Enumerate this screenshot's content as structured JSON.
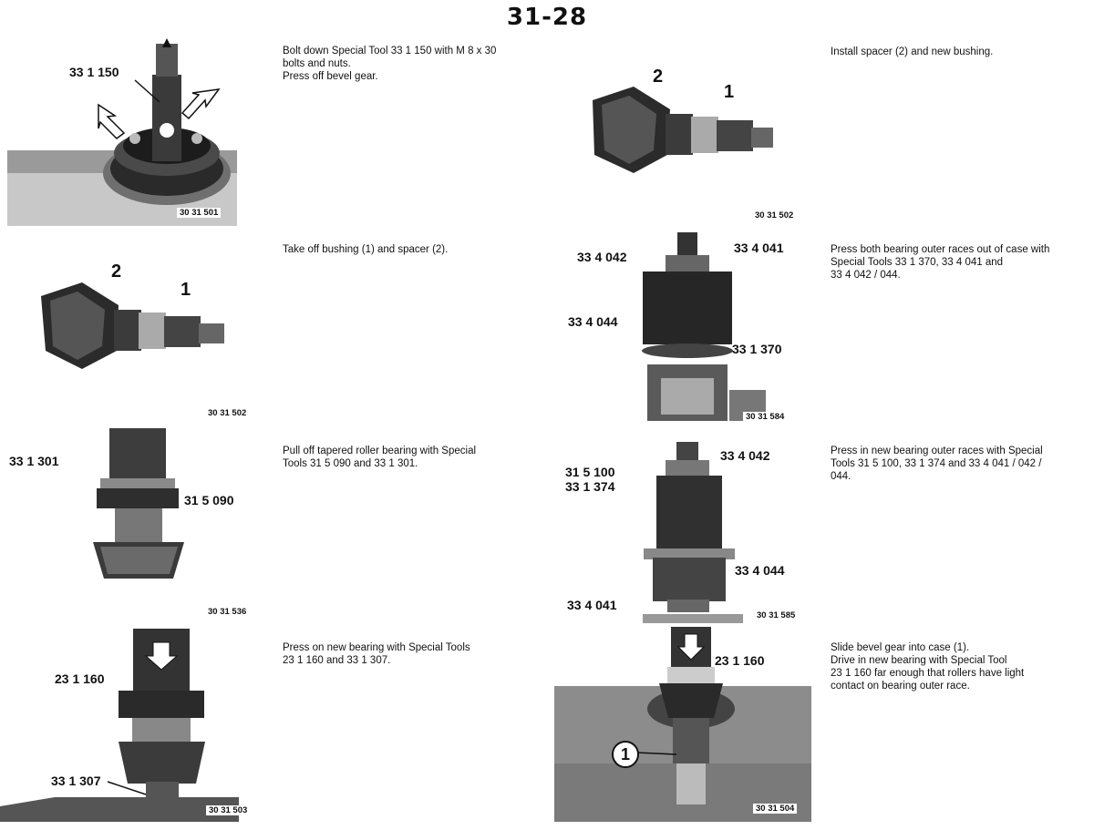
{
  "page": {
    "number": "31-28"
  },
  "steps": [
    {
      "id": "bolt-down",
      "text": "Bolt down Special Tool 33 1 150 with M 8 x 30\nbolts and nuts.\nPress off bevel gear.",
      "figure": "30 31 501",
      "callouts": [
        "33 1 150"
      ]
    },
    {
      "id": "take-off-bushing",
      "text": "Take off bushing (1) and spacer (2).",
      "figure": "30 31 502",
      "callouts": [
        "2",
        "1"
      ]
    },
    {
      "id": "pull-off-bearing",
      "text": "Pull off tapered roller bearing with Special\nTools 31 5 090 and 33 1 301.",
      "figure": "30 31 536",
      "callouts": [
        "33 1 301",
        "31 5 090"
      ]
    },
    {
      "id": "press-on-bearing",
      "text": "Press on new bearing with Special Tools\n23 1 160 and 33 1 307.",
      "figure": "30 31 503",
      "callouts": [
        "23 1 160",
        "33 1 307"
      ]
    },
    {
      "id": "install-spacer",
      "text": "Install spacer (2) and new bushing.",
      "figure": "30 31 502",
      "callouts": [
        "2",
        "1"
      ]
    },
    {
      "id": "press-out-races",
      "text": "Press both bearing outer races out of case with\nSpecial Tools 33 1 370, 33 4 041 and\n33 4 042 / 044.",
      "figure": "30 31 584",
      "callouts": [
        "33 4 042",
        "33 4 041",
        "33 4 044",
        "33 1 370"
      ]
    },
    {
      "id": "press-in-races",
      "text": "Press in new bearing outer races with Special\nTools 31 5 100, 33 1 374 and 33 4 041 / 042 /\n044.",
      "figure": "30 31 585",
      "callouts": [
        "33 4 042",
        "31 5 100",
        "33 1 374",
        "33 4 044",
        "33 4 041"
      ]
    },
    {
      "id": "slide-bevel-gear",
      "text": "Slide bevel gear into case (1).\nDrive in new bearing with Special Tool\n23 1 160 far enough that rollers have light\ncontact on bearing outer race.",
      "figure": "30 31 504",
      "callouts": [
        "23 1 160",
        "1"
      ]
    }
  ]
}
